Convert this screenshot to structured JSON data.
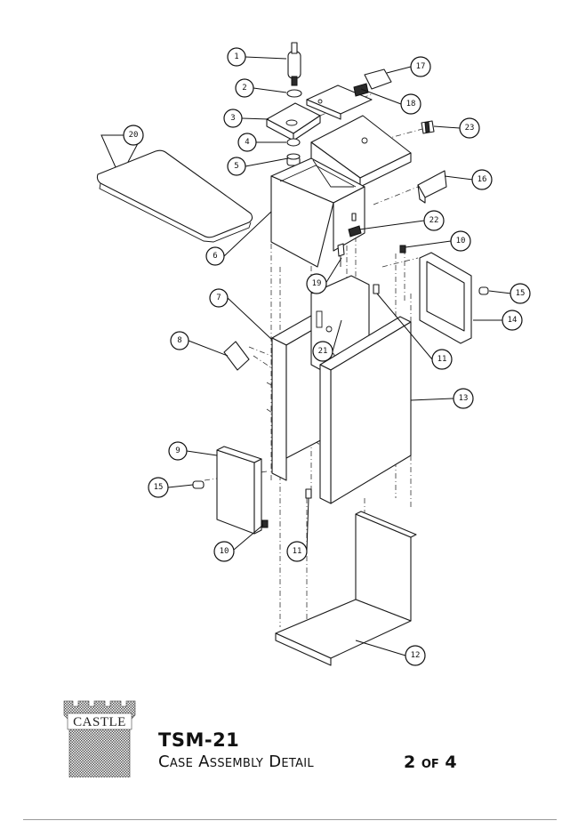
{
  "drawing": {
    "model": "TSM-21",
    "title": "Case Assembly Detail",
    "sheet": "2 of 4",
    "logo_text": "CASTLE"
  },
  "callouts": [
    {
      "key": "c1",
      "label": "1"
    },
    {
      "key": "c2",
      "label": "2"
    },
    {
      "key": "c3",
      "label": "3"
    },
    {
      "key": "c4",
      "label": "4"
    },
    {
      "key": "c5",
      "label": "5"
    },
    {
      "key": "c6",
      "label": "6"
    },
    {
      "key": "c7",
      "label": "7"
    },
    {
      "key": "c8",
      "label": "8"
    },
    {
      "key": "c9",
      "label": "9"
    },
    {
      "key": "c10a",
      "label": "10"
    },
    {
      "key": "c10b",
      "label": "10"
    },
    {
      "key": "c11a",
      "label": "11"
    },
    {
      "key": "c11b",
      "label": "11"
    },
    {
      "key": "c12",
      "label": "12"
    },
    {
      "key": "c13",
      "label": "13"
    },
    {
      "key": "c14",
      "label": "14"
    },
    {
      "key": "c15a",
      "label": "15"
    },
    {
      "key": "c15b",
      "label": "15"
    },
    {
      "key": "c16",
      "label": "16"
    },
    {
      "key": "c17",
      "label": "17"
    },
    {
      "key": "c18",
      "label": "18"
    },
    {
      "key": "c19",
      "label": "19"
    },
    {
      "key": "c20",
      "label": "20"
    },
    {
      "key": "c21",
      "label": "21"
    },
    {
      "key": "c22",
      "label": "22"
    },
    {
      "key": "c23",
      "label": "23"
    }
  ]
}
